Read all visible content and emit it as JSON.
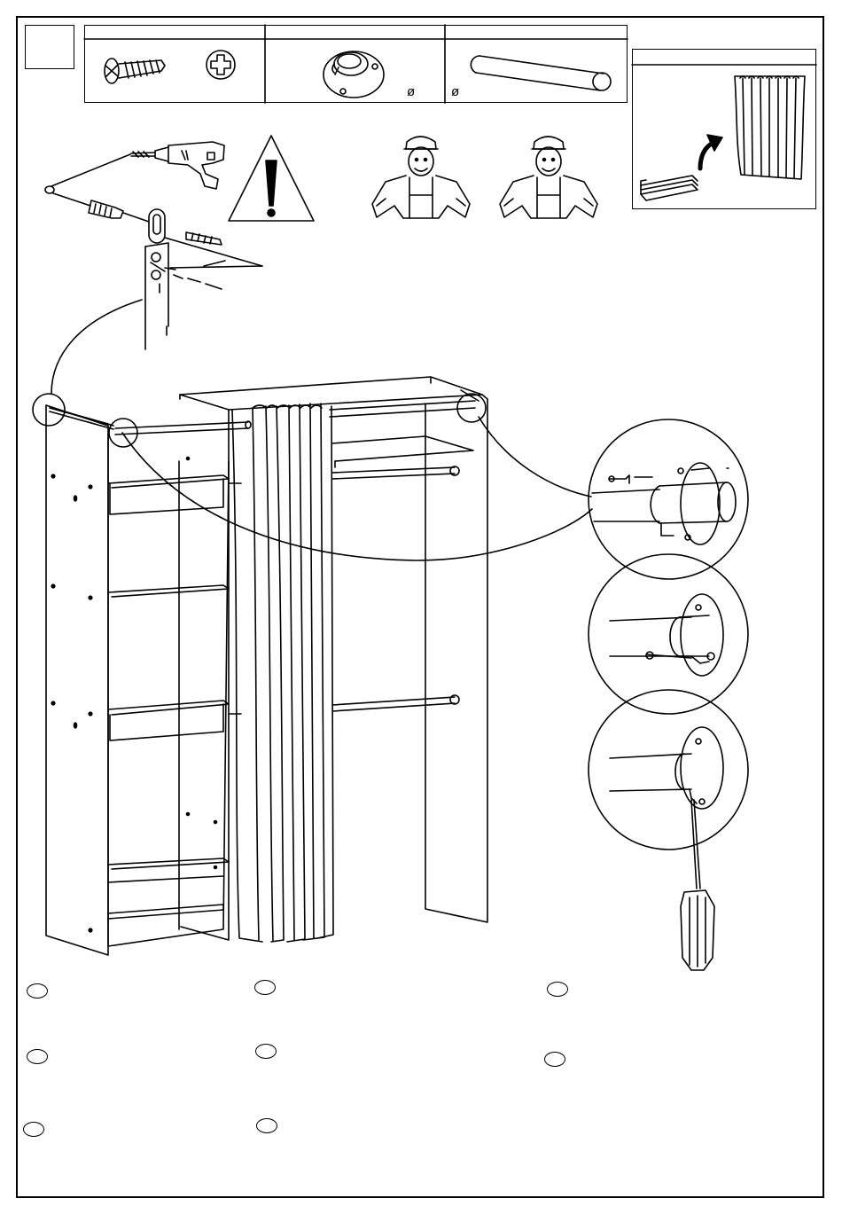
{
  "page": {
    "step_number": ""
  },
  "parts": [
    {
      "name": "screw",
      "icon": "screw-icon",
      "extra_icon": "phillips-head-icon"
    },
    {
      "name": "rod-support",
      "icon": "rod-support-icon",
      "diameter_symbol": "ø"
    },
    {
      "name": "hanging-rod",
      "icon": "rod-icon",
      "diameter_symbol": "ø"
    }
  ],
  "curtain_panel": {
    "icon": "curtain-icon"
  },
  "languages": [
    {
      "id": "l1"
    },
    {
      "id": "l2"
    },
    {
      "id": "l3"
    },
    {
      "id": "l4"
    },
    {
      "id": "l5"
    },
    {
      "id": "l6"
    },
    {
      "id": "l7"
    },
    {
      "id": "l8"
    }
  ]
}
